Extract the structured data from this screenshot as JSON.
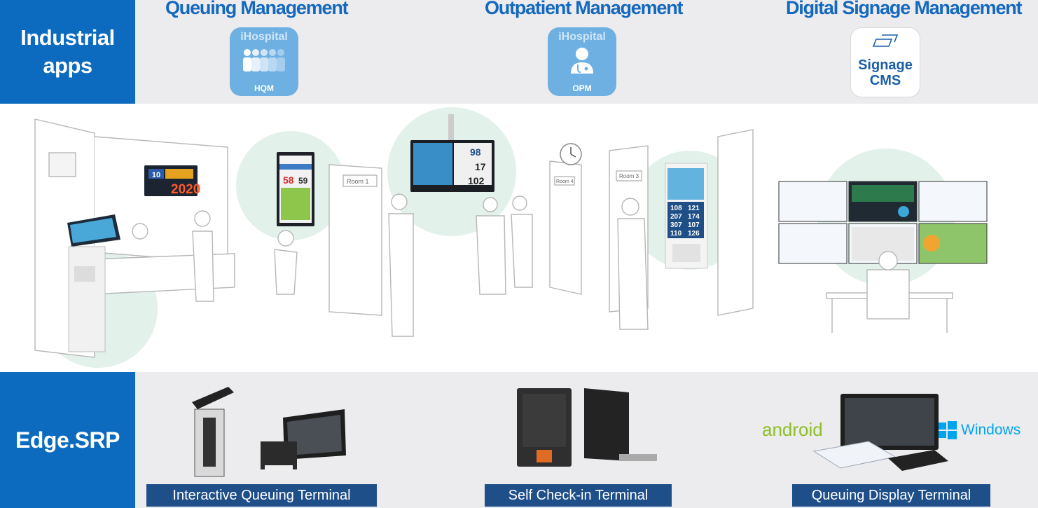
{
  "header": {
    "side_label_line1": "Industrial",
    "side_label_line2": "apps"
  },
  "apps": [
    {
      "title": "Queuing Management",
      "icon": {
        "brand": "iHospital",
        "code": "HQM",
        "icon_name": "people-queue-icon",
        "color": "#6fb0e2"
      }
    },
    {
      "title": "Outpatient Management",
      "icon": {
        "brand": "iHospital",
        "code": "OPM",
        "icon_name": "doctor-icon",
        "color": "#6fb0e2"
      }
    },
    {
      "title": "Digital  Signage Management",
      "icon": {
        "line1": "Signage",
        "line2": "CMS",
        "icon_name": "signage-screens-icon"
      }
    }
  ],
  "scene": {
    "kiosk_ticket": {
      "counter": "10",
      "number": "2020"
    },
    "waiting_display": {
      "left": "58",
      "right": "59"
    },
    "room_signs": [
      "Room 1",
      "Room 4",
      "Room 3"
    ],
    "ceiling_display": {
      "n1": "98",
      "n2": "17",
      "n3": "102"
    },
    "checkin_kiosk_rows": [
      {
        "a": "108",
        "b": "121"
      },
      {
        "a": "207",
        "b": "174"
      },
      {
        "a": "307",
        "b": "107"
      },
      {
        "a": "110",
        "b": "126"
      }
    ]
  },
  "footer": {
    "side_label": "Edge.SRP",
    "terminals": [
      {
        "label": "Interactive Queuing Terminal"
      },
      {
        "label": "Self Check-in Terminal"
      },
      {
        "label": "Queuing Display Terminal"
      }
    ],
    "os": {
      "android": "android",
      "windows": "Windows"
    }
  },
  "colors": {
    "brand_blue": "#0c6bbf",
    "title_blue": "#1468bd",
    "label_bar": "#1f4f88",
    "band_gray": "#ecebed",
    "android_green": "#8cbf26",
    "windows_blue": "#00a4ef"
  }
}
